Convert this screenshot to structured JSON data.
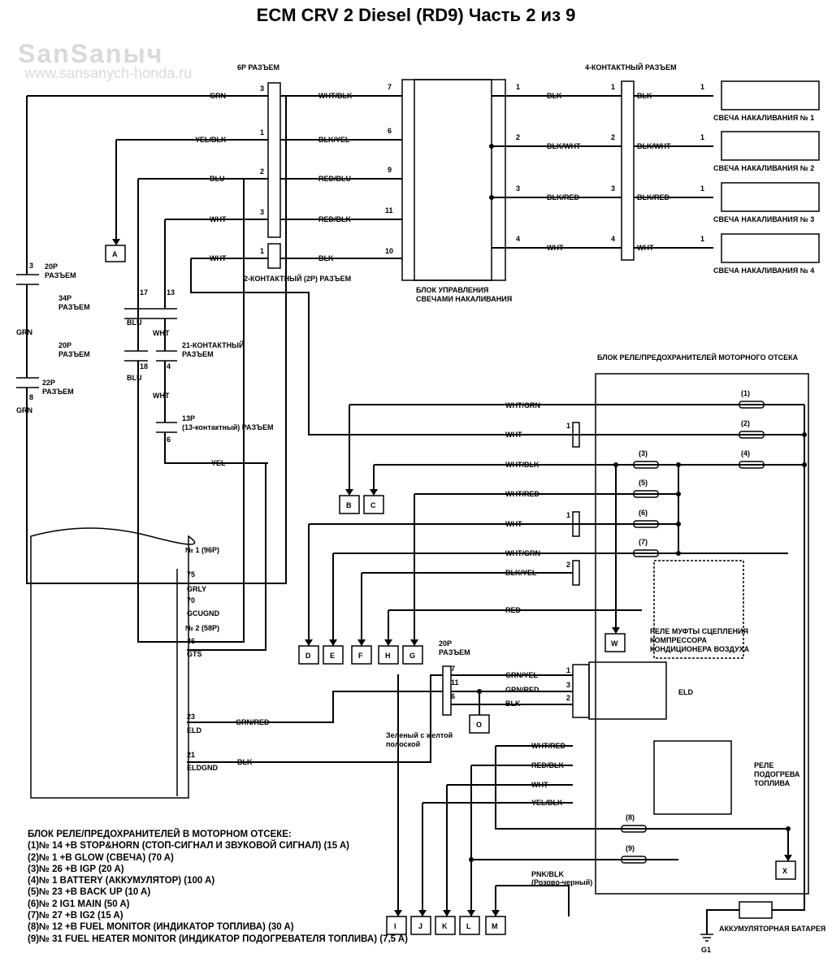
{
  "title": "ECM CRV 2 Diesel (RD9) Часть 2 из 9",
  "watermark": "SanSanыч",
  "watermark_url": "www.sansanych-honda.ru",
  "labels": {
    "conn_6p": "6P РАЗЪЕМ",
    "conn_4c": "4-КОНТАКТНЫЙ РАЗЪЕМ",
    "conn_2p": "2-КОНТАКТНЫЙ (2P) РАЗЪЕМ",
    "glow_unit_1": "БЛОК УПРАВЛЕНИЯ",
    "glow_unit_2": "СВЕЧАМИ НАКАЛИВАНИЯ",
    "plug_1": "СВЕЧА НАКАЛИВАНИЯ № 1",
    "plug_2": "СВЕЧА НАКАЛИВАНИЯ № 2",
    "plug_3": "СВЕЧА НАКАЛИВАНИЯ № 3",
    "plug_4": "СВЕЧА НАКАЛИВАНИЯ № 4",
    "conn_20p": "20P",
    "razem": "РАЗЪЕМ",
    "conn_34p": "34P",
    "conn_22p": "22P",
    "conn_21c_1": "21-КОНТАКТНЫЙ",
    "conn_13p_1": "13P",
    "conn_13p_2": "(13-контактный) РАЗЪЕМ",
    "relay_box": "БЛОК РЕЛЕ/ПРЕДОХРАНИТЕЛЕЙ МОТОРНОГО ОТСЕКА",
    "ac_relay_1": "РЕЛЕ МУФТЫ СЦЕПЛЕНИЯ",
    "ac_relay_2": "КОМПРЕССОРА",
    "ac_relay_3": "КОНДИЦИОНЕРА ВОЗДУХА",
    "eld": "ELD",
    "fuel_relay_1": "РЕЛЕ",
    "fuel_relay_2": "ПОДОГРЕВА",
    "fuel_relay_3": "ТОПЛИВА",
    "green_yellow_1": "Зеленый с желтой",
    "green_yellow_2": "полоской",
    "pnk_blk": "PNK/BLK",
    "pnk_blk_ru": "(Розово-черный)",
    "battery": "АККУМУЛЯТОРНАЯ БАТАРЕЯ",
    "g1": "G1",
    "ecm_96p": "№ 1 (96P)",
    "ecm_58p": "№ 2 (58P)"
  },
  "ecm_pins": {
    "p75": "75",
    "grly": "GRLY",
    "p70": "70",
    "gcugnd": "GCUGND",
    "p46": "46",
    "gts": "GTS",
    "p23": "23",
    "eld": "ELD",
    "p21": "21",
    "eldgnd": "ELDGND"
  },
  "wires": {
    "grn": "GRN",
    "yel_blk": "YEL/BLK",
    "blu": "BLU",
    "wht": "WHT",
    "yel": "YEL",
    "wht_blk": "WHT/BLK",
    "blk_yel": "BLK/YEL",
    "red_blu": "RED/BLU",
    "red_blk": "RED/BLK",
    "blk": "BLK",
    "blk_wht": "BLK/WHT",
    "blk_red": "BLK/RED",
    "wht_grn": "WHT/GRN",
    "wht_red": "WHT/RED",
    "red": "RED",
    "grn_yel": "GRN/YEL",
    "grn_red": "GRN/RED"
  },
  "pins": {
    "p1": "1",
    "p2": "2",
    "p3": "3",
    "p4": "4",
    "p6": "6",
    "p7": "7",
    "p8": "8",
    "p9": "9",
    "p10": "10",
    "p11": "11",
    "p13": "13",
    "p17": "17",
    "p18": "18"
  },
  "terminals": [
    "A",
    "B",
    "C",
    "D",
    "E",
    "F",
    "H",
    "G",
    "W",
    "O",
    "X",
    "I",
    "J",
    "K",
    "L",
    "M"
  ],
  "fuses": [
    "(1)",
    "(2)",
    "(3)",
    "(4)",
    "(5)",
    "(6)",
    "(7)",
    "(8)",
    "(9)"
  ],
  "legend": {
    "heading": "БЛОК РЕЛЕ/ПРЕДОХРАНИТЕЛЕЙ В МОТОРНОМ ОТСЕКЕ:",
    "items": [
      "(1)№ 14 +B STOP&HORN (СТОП-СИГНАЛ И ЗВУКОВОЙ СИГНАЛ) (15 A)",
      "(2)№ 1 +B GLOW (СВЕЧА) (70 A)",
      "(3)№ 26 +B IGP (20 A)",
      "(4)№ 1 BATTERY (АККУМУЛЯТОР) (100 A)",
      "(5)№ 23 +B BACK UP (10 A)",
      "(6)№ 2 IG1 MAIN (50 A)",
      "(7)№ 27 +B IG2 (15 A)",
      "(8)№ 12 +B FUEL MONITOR (ИНДИКАТОР ТОПЛИВА) (30 A)",
      "(9)№ 31 FUEL HEATER MONITOR (ИНДИКАТОР ПОДОГРЕВАТЕЛЯ ТОПЛИВА) (7,5 A)"
    ]
  }
}
